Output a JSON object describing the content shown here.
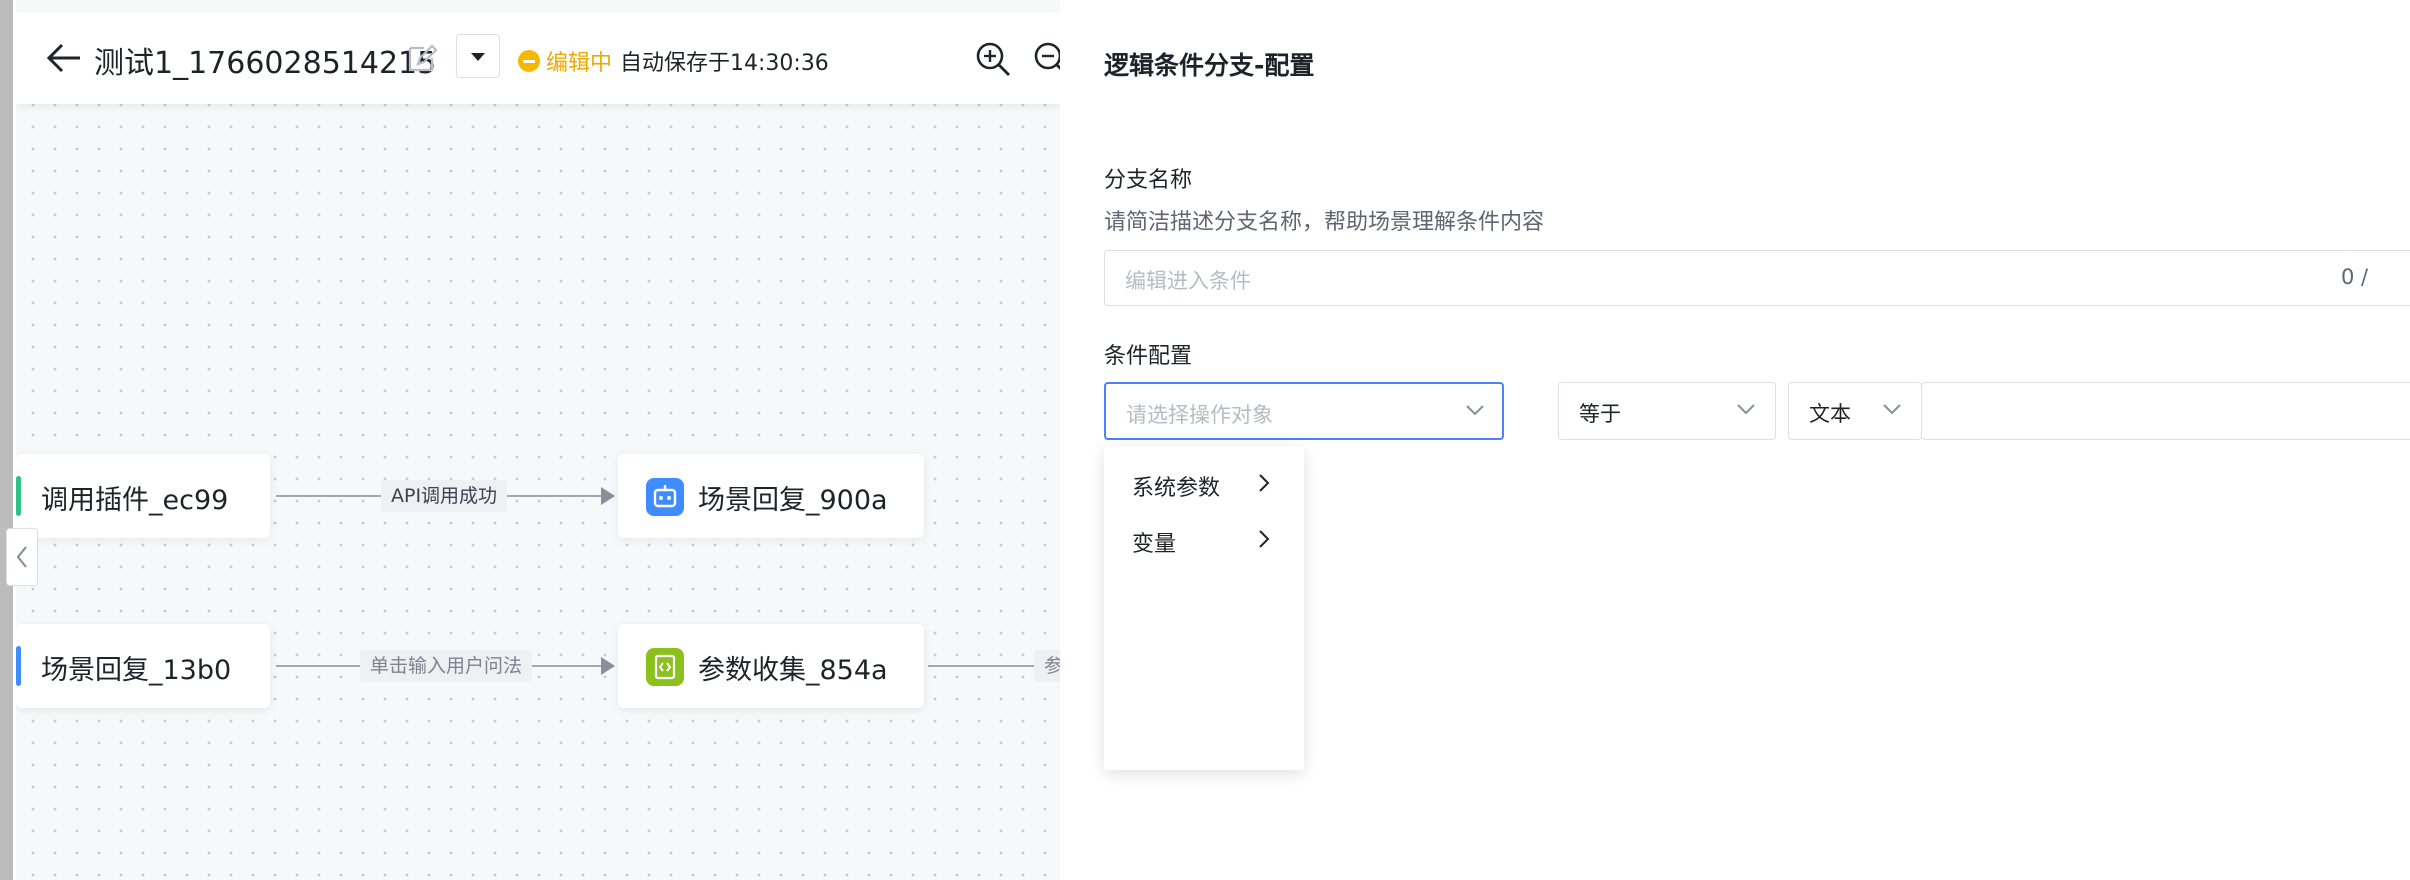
{
  "header": {
    "title": "测试1_1766028514215",
    "status": "编辑中",
    "autosave": "自动保存于14:30:36"
  },
  "flow": {
    "nodes": [
      {
        "label": "调用插件_ec99",
        "color": "#2fc283"
      },
      {
        "label": "场景回复_900a",
        "color": "#3f8cff"
      },
      {
        "label": "场景回复_13b0",
        "color": "#3f8cff"
      },
      {
        "label": "参数收集_854a",
        "color": "#8ac11d"
      }
    ],
    "edges": [
      {
        "label": "API调用成功"
      },
      {
        "label": "单击输入用户问法"
      },
      {
        "label": "参"
      }
    ]
  },
  "panel": {
    "title": "逻辑条件分支-配置",
    "name_label": "分支名称",
    "name_help": "请简洁描述分支名称，帮助场景理解条件内容",
    "name_placeholder": "编辑进入条件",
    "name_counter": "0 /",
    "condition_label": "条件配置",
    "object_placeholder": "请选择操作对象",
    "operator_value": "等于",
    "value_type": "文本",
    "dropdown_items": [
      "系统参数",
      "变量"
    ]
  },
  "colors": {
    "accent": "#4c82f7",
    "status": "#f5b800"
  },
  "icons": [
    "back-arrow-icon",
    "edit-icon",
    "zoom-in-icon",
    "zoom-out-icon",
    "chevron-down-icon",
    "chevron-right-icon",
    "chevron-left-icon",
    "robot-icon",
    "code-form-icon"
  ]
}
